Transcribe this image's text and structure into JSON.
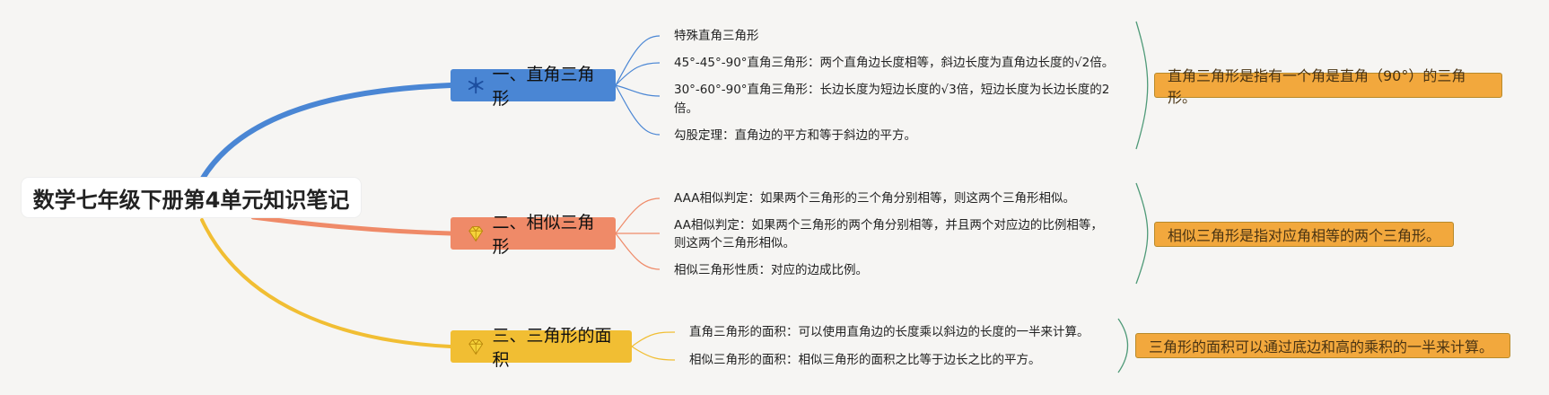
{
  "title": "数学七年级下册第4单元知识笔记",
  "colors": {
    "blue": "#4a86d4",
    "salmon": "#ef8a68",
    "yellow": "#f1be33",
    "summary": "#f2a83d",
    "green": "#4f9a78"
  },
  "branches": [
    {
      "label": "一、直角三角形",
      "icon": "snowflake-icon",
      "leaves": [
        "特殊直角三角形",
        "45°-45°-90°直角三角形：两个直角边长度相等，斜边长度为直角边长度的√2倍。",
        "30°-60°-90°直角三角形：长边长度为短边长度的√3倍，短边长度为长边长度的2",
        "倍。",
        "勾股定理：直角边的平方和等于斜边的平方。"
      ],
      "summary": "直角三角形是指有一个角是直角（90°）的三角形。"
    },
    {
      "label": "二、相似三角形",
      "icon": "diamond-icon",
      "leaves": [
        "AAA相似判定：如果两个三角形的三个角分别相等，则这两个三角形相似。",
        "AA相似判定：如果两个三角形的两个角分别相等，并且两个对应边的比例相等，",
        "则这两个三角形相似。",
        "相似三角形性质：对应的边成比例。"
      ],
      "summary": "相似三角形是指对应角相等的两个三角形。"
    },
    {
      "label": "三、三角形的面积",
      "icon": "diamond-icon",
      "leaves": [
        "直角三角形的面积：可以使用直角边的长度乘以斜边的长度的一半来计算。",
        "相似三角形的面积：相似三角形的面积之比等于边长之比的平方。"
      ],
      "summary": "三角形的面积可以通过底边和高的乘积的一半来计算。"
    }
  ]
}
